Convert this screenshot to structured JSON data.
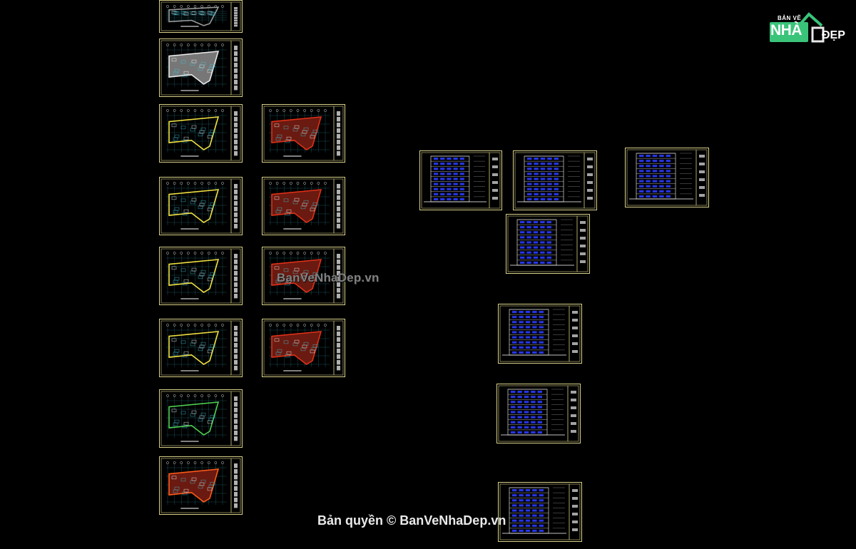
{
  "watermark": "BanVeNhaDep.vn",
  "copyright": "Bản quyền © BanVeNhaDep.vn",
  "logo": {
    "small_text": "BẢN VẼ",
    "main_text": "NHÀ",
    "accent_text": "ĐẸP"
  },
  "colors": {
    "background": "#000000",
    "frame": "#d8d088",
    "cad_blue": "#2a3cff",
    "cad_yellow": "#f0e040",
    "cad_red": "#e03018",
    "cad_cyan": "#40c8e0",
    "logo_green": "#3ac47a"
  },
  "sheets": [
    {
      "id": "plan-1",
      "kind": "plan",
      "accent": "gray"
    },
    {
      "id": "plan-2",
      "kind": "plan",
      "accent": "white"
    },
    {
      "id": "plan-3",
      "kind": "plan",
      "accent": "yellow"
    },
    {
      "id": "plan-4",
      "kind": "plan",
      "accent": "red"
    },
    {
      "id": "plan-5",
      "kind": "plan",
      "accent": "yellow"
    },
    {
      "id": "plan-6",
      "kind": "plan",
      "accent": "red"
    },
    {
      "id": "plan-7",
      "kind": "plan",
      "accent": "yellow"
    },
    {
      "id": "plan-8",
      "kind": "plan",
      "accent": "red"
    },
    {
      "id": "plan-9",
      "kind": "plan",
      "accent": "yellow"
    },
    {
      "id": "plan-10",
      "kind": "plan",
      "accent": "red"
    },
    {
      "id": "plan-11",
      "kind": "plan",
      "accent": "green"
    },
    {
      "id": "plan-12",
      "kind": "plan",
      "accent": "orange"
    },
    {
      "id": "elev-1",
      "kind": "elevation",
      "accent": "blue"
    },
    {
      "id": "elev-2",
      "kind": "elevation",
      "accent": "blue"
    },
    {
      "id": "elev-3",
      "kind": "elevation",
      "accent": "blue"
    },
    {
      "id": "elev-4",
      "kind": "elevation",
      "accent": "blue"
    },
    {
      "id": "elev-5",
      "kind": "elevation",
      "accent": "blue"
    },
    {
      "id": "elev-6",
      "kind": "elevation",
      "accent": "blue"
    },
    {
      "id": "elev-7",
      "kind": "elevation",
      "accent": "blue"
    }
  ]
}
